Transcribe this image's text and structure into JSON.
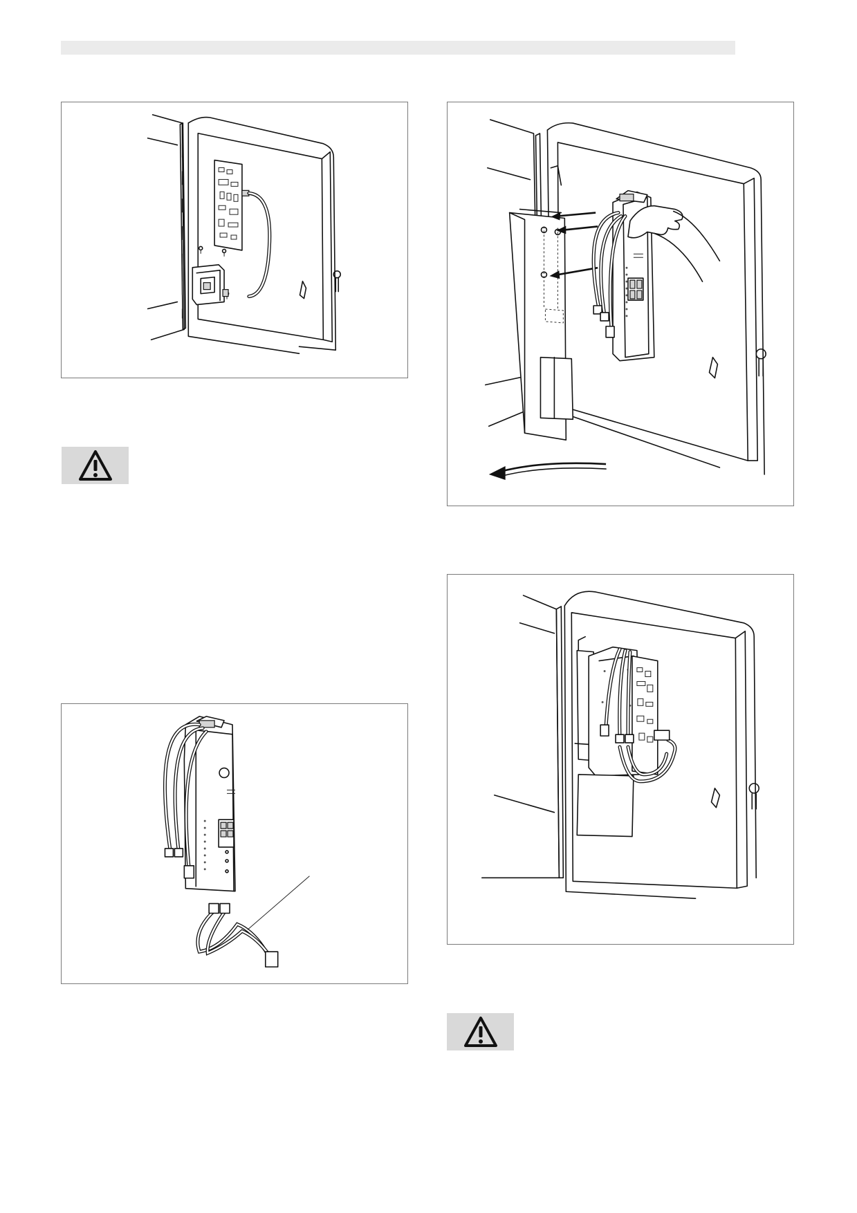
{
  "page": {
    "figures": [
      {
        "id": "fig-1",
        "depicts": "cabinet-open-control-board"
      },
      {
        "id": "fig-2",
        "depicts": "cabinet-mount-module"
      },
      {
        "id": "fig-3",
        "depicts": "module-and-cable"
      },
      {
        "id": "fig-4",
        "depicts": "cabinet-module-mounted"
      }
    ],
    "warnings": [
      {
        "icon": "warning-triangle-icon"
      },
      {
        "icon": "warning-triangle-icon"
      }
    ]
  },
  "colors": {
    "header_bar": "#ebebeb",
    "warning_bg": "#d9d9d9",
    "figure_border": "#7a7a7a",
    "line": "#111111"
  }
}
